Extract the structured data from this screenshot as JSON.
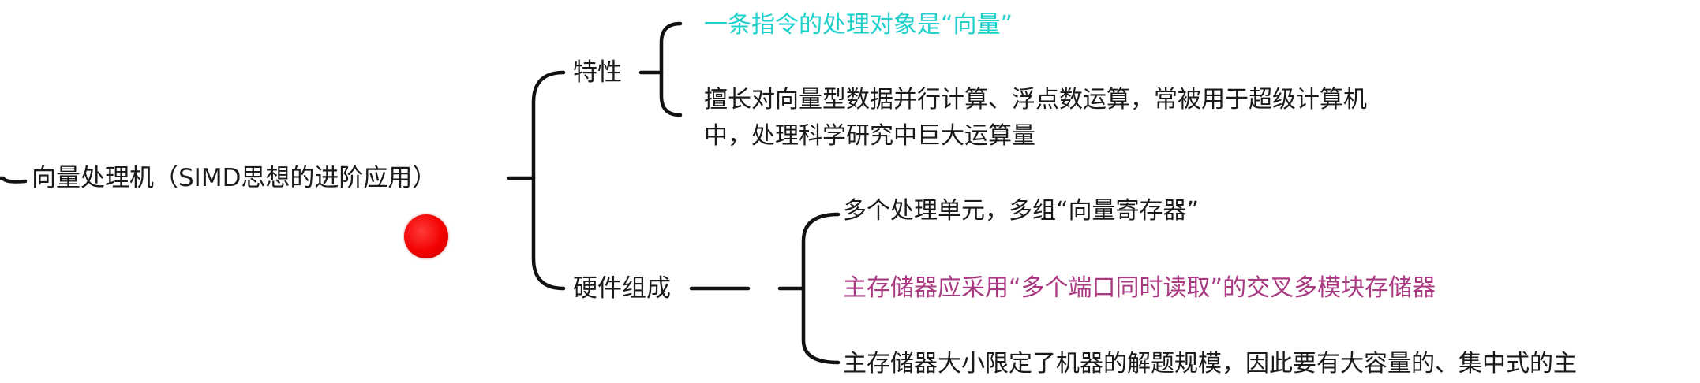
{
  "mindmap": {
    "root": {
      "label": "向量处理机（SIMD思想的进阶应用）"
    },
    "branches": [
      {
        "label": "特性",
        "children": [
          {
            "text": "一条指令的处理对象是“向量”",
            "color": "#1fd0cc"
          },
          {
            "text": "擅长对向量型数据并行计算、浮点数运算，常被用于超级计算机中，处理科学研究中巨大运算量"
          }
        ]
      },
      {
        "label": "硬件组成",
        "children": [
          {
            "text": "多个处理单元，多组“向量寄存器”"
          },
          {
            "text": "主存储器应采用“多个端口同时读取”的交叉多模块存储器",
            "color": "#a93a82"
          },
          {
            "text": "主存储器大小限定了机器的解题规模，因此要有大容量的、集中式的主"
          }
        ]
      }
    ],
    "cursor_color": "#f20000"
  }
}
